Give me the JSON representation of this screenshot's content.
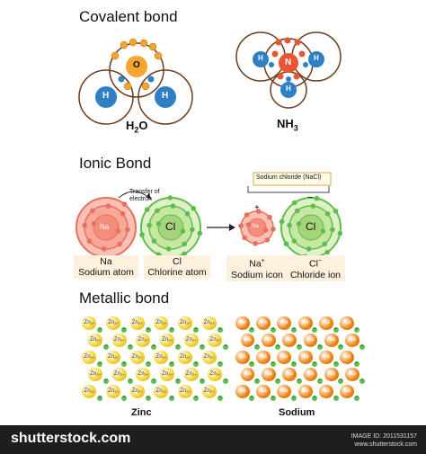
{
  "sections": {
    "covalent_title": "Covalent bond",
    "ionic_title": "Ionic Bond",
    "metallic_title": "Metallic bond"
  },
  "covalent": {
    "water_label": "H",
    "water_sub": "2",
    "water_label_end": "O",
    "ammonia_label": "NH",
    "ammonia_sub": "3",
    "atom_o": "O",
    "atom_h": "H",
    "atom_n": "N"
  },
  "ionic": {
    "transfer_label": "Transfer of electron",
    "nacl_box": "Sodium chloride (NaCl)",
    "na_symbol": "Na",
    "cl_symbol": "Cl",
    "na_plus_sign": "+",
    "cl_minus_sign": "−",
    "sodium_atom_symbol": "Na",
    "sodium_atom_name": "Sodium atom",
    "chlorine_atom_symbol": "Cl",
    "chlorine_atom_name": "Chlorine atom",
    "sodium_ion_symbol": "Na",
    "sodium_ion_charge": "+",
    "sodium_ion_name": "Sodium icon",
    "chloride_ion_symbol": "Cl",
    "chloride_ion_charge": "−",
    "chloride_ion_name": "Chloride ion"
  },
  "metallic": {
    "zinc_ion_label": "Zn",
    "zinc_ion_charge": "2+",
    "sodium_ion_label": "Na",
    "zinc_caption": "Zinc",
    "sodium_caption": "Sodium",
    "electron_sign": "−"
  },
  "footer": {
    "brand": "shutterstock.com",
    "id_line1": "IMAGE ID: 2011531157",
    "id_line2": "www.shutterstock.com"
  },
  "colors": {
    "oxygen": "#f2a52f",
    "hydrogen": "#2f7fc5",
    "nitrogen": "#e85530",
    "sodium_shell": "#f48d7c",
    "chlorine_shell": "#a6d47a",
    "electron_green": "#5cbf4c",
    "zinc": "#f4d53a",
    "sodium_metal": "#f08a1e",
    "tag_bg": "#fdf0dc"
  }
}
